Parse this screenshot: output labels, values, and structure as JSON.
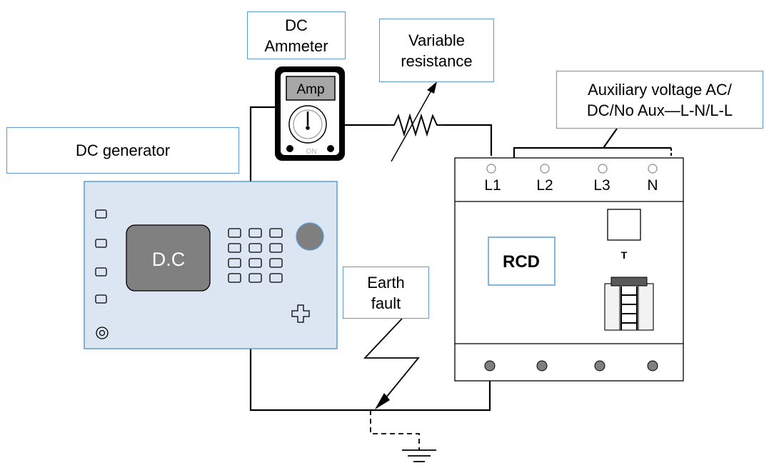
{
  "callouts": {
    "dc_ammeter": "DC\nAmmeter",
    "variable_resistance": "Variable\nresistance",
    "auxiliary_voltage": "Auxiliary voltage AC/\nDC/No Aux—L-N/L-L",
    "dc_generator": "DC generator",
    "earth_fault": "Earth\nfault"
  },
  "ammeter": {
    "display": "Amp",
    "switch_label": "ON"
  },
  "generator": {
    "screen": "D.C"
  },
  "rcd": {
    "label": "RCD",
    "test_button_label": "T",
    "terminals": [
      "L1",
      "L2",
      "L3",
      "N"
    ]
  },
  "colors": {
    "callout_border": "#5b9bd5",
    "generator_panel": "#dce6f2",
    "generator_screen": "#808080",
    "ammeter_display": "#a6a6a6",
    "knob": "#7f7f7f"
  },
  "icons": {
    "variable_resistor": "variable-resistor-icon",
    "ground": "ground-icon",
    "earth_fault_arrow": "lightning-arrow-icon"
  }
}
